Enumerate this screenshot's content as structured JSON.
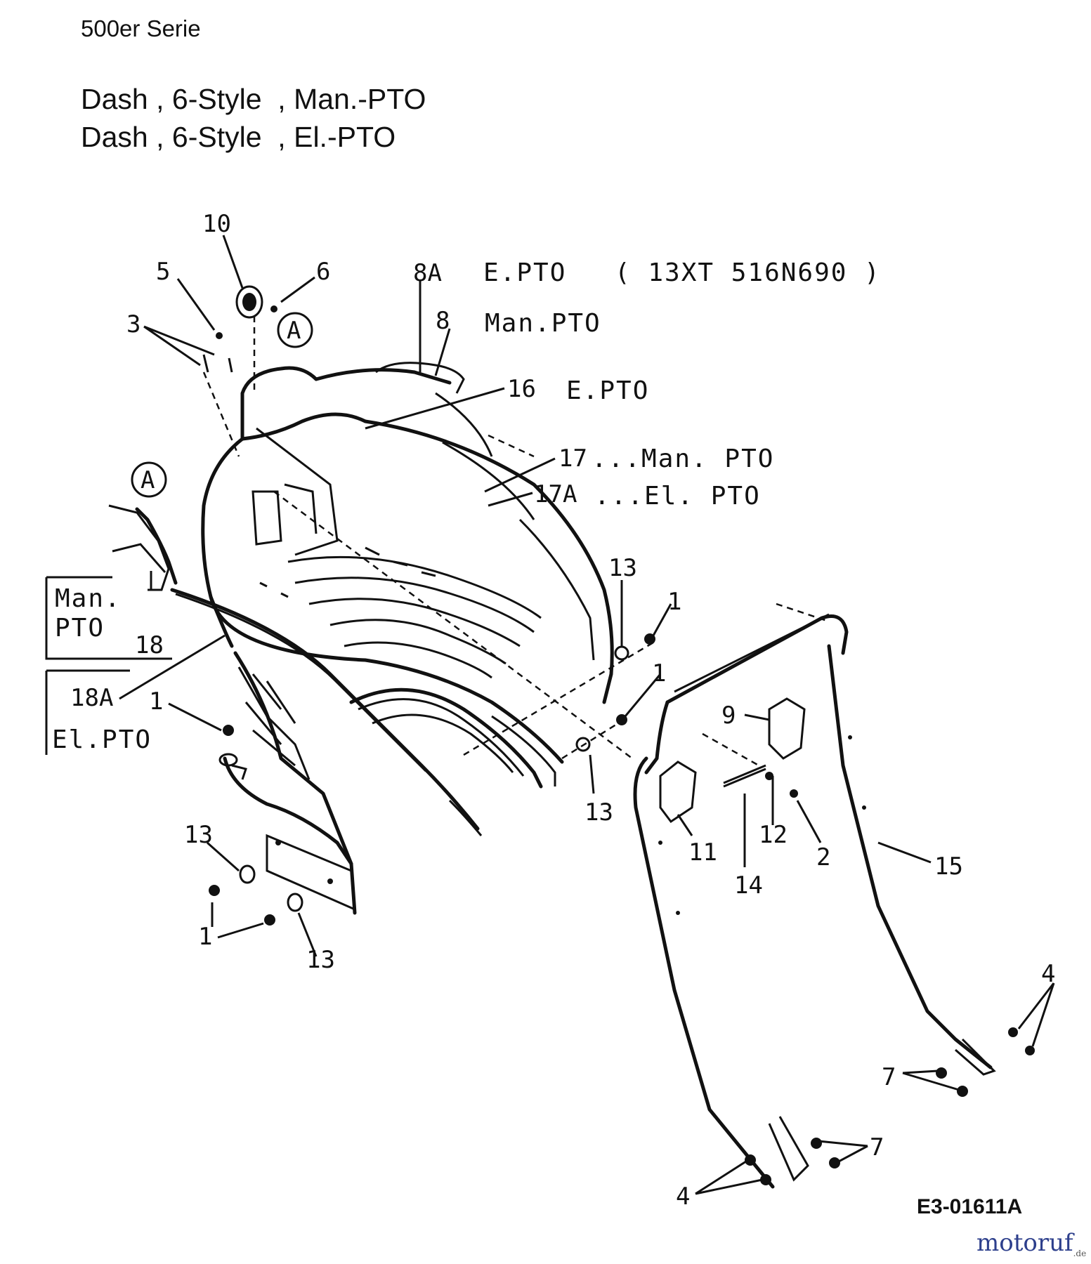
{
  "header": {
    "series": "500er Serie",
    "line1": {
      "a": "Dash",
      "b": "6-Style",
      "c": "Man.-PTO"
    },
    "line2": {
      "a": "Dash",
      "b": "6-Style",
      "c": "El.-PTO"
    }
  },
  "callouts": [
    "10",
    "5",
    "6",
    "3",
    "A",
    "8A",
    "8",
    "16",
    "17",
    "17A",
    "13",
    "1",
    "18",
    "18A",
    "1",
    "13",
    "1",
    "13",
    "9",
    "11",
    "14",
    "12",
    "2",
    "15",
    "4",
    "7",
    "7",
    "4",
    "A",
    "13"
  ],
  "legend": {
    "pto_8a": "E.PTO",
    "pto_8a_model": "( 13XT 516N690 )",
    "pto_8": "Man.PTO",
    "pto_16": "E.PTO",
    "pto_17": "...Man. PTO",
    "pto_17a": "...El. PTO",
    "box_man_1": "Man.",
    "box_man_2": "PTO",
    "box_el_2": "El.PTO"
  },
  "footer": {
    "doc_id": "E3-01611A",
    "watermark": "motoruf",
    "watermark_suffix": ".de"
  }
}
